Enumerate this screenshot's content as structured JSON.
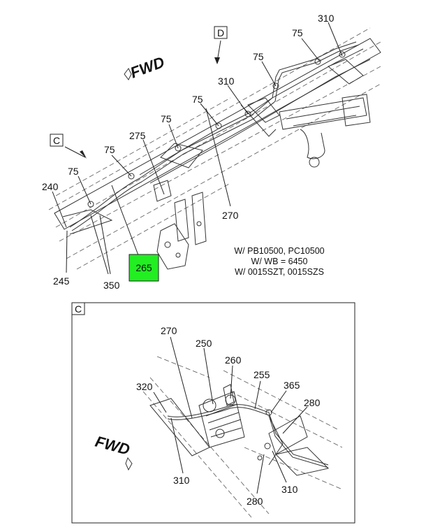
{
  "top": {
    "view_markers": {
      "d": "D",
      "c": "C"
    },
    "fwd": "FWD",
    "callouts": {
      "c310a": "310",
      "c75a": "75",
      "c75b": "75",
      "c310b": "310",
      "c75c": "75",
      "c75d": "75",
      "c275": "275",
      "c75e": "75",
      "c75f": "75",
      "c240": "240",
      "c270": "270",
      "c245": "245",
      "c350": "350",
      "c265": "265"
    },
    "highlight_color": "#22ee22",
    "notes": [
      "W/ PB10500, PC10500",
      "W/ WB = 6450",
      "W/ 0015SZT, 0015SZS"
    ]
  },
  "detail": {
    "frame_label": "C",
    "fwd": "FWD",
    "callouts": {
      "c270": "270",
      "c250": "250",
      "c260": "260",
      "c255": "255",
      "c320": "320",
      "c365": "365",
      "c280a": "280",
      "c310a": "310",
      "c310b": "310",
      "c280b": "280"
    }
  }
}
